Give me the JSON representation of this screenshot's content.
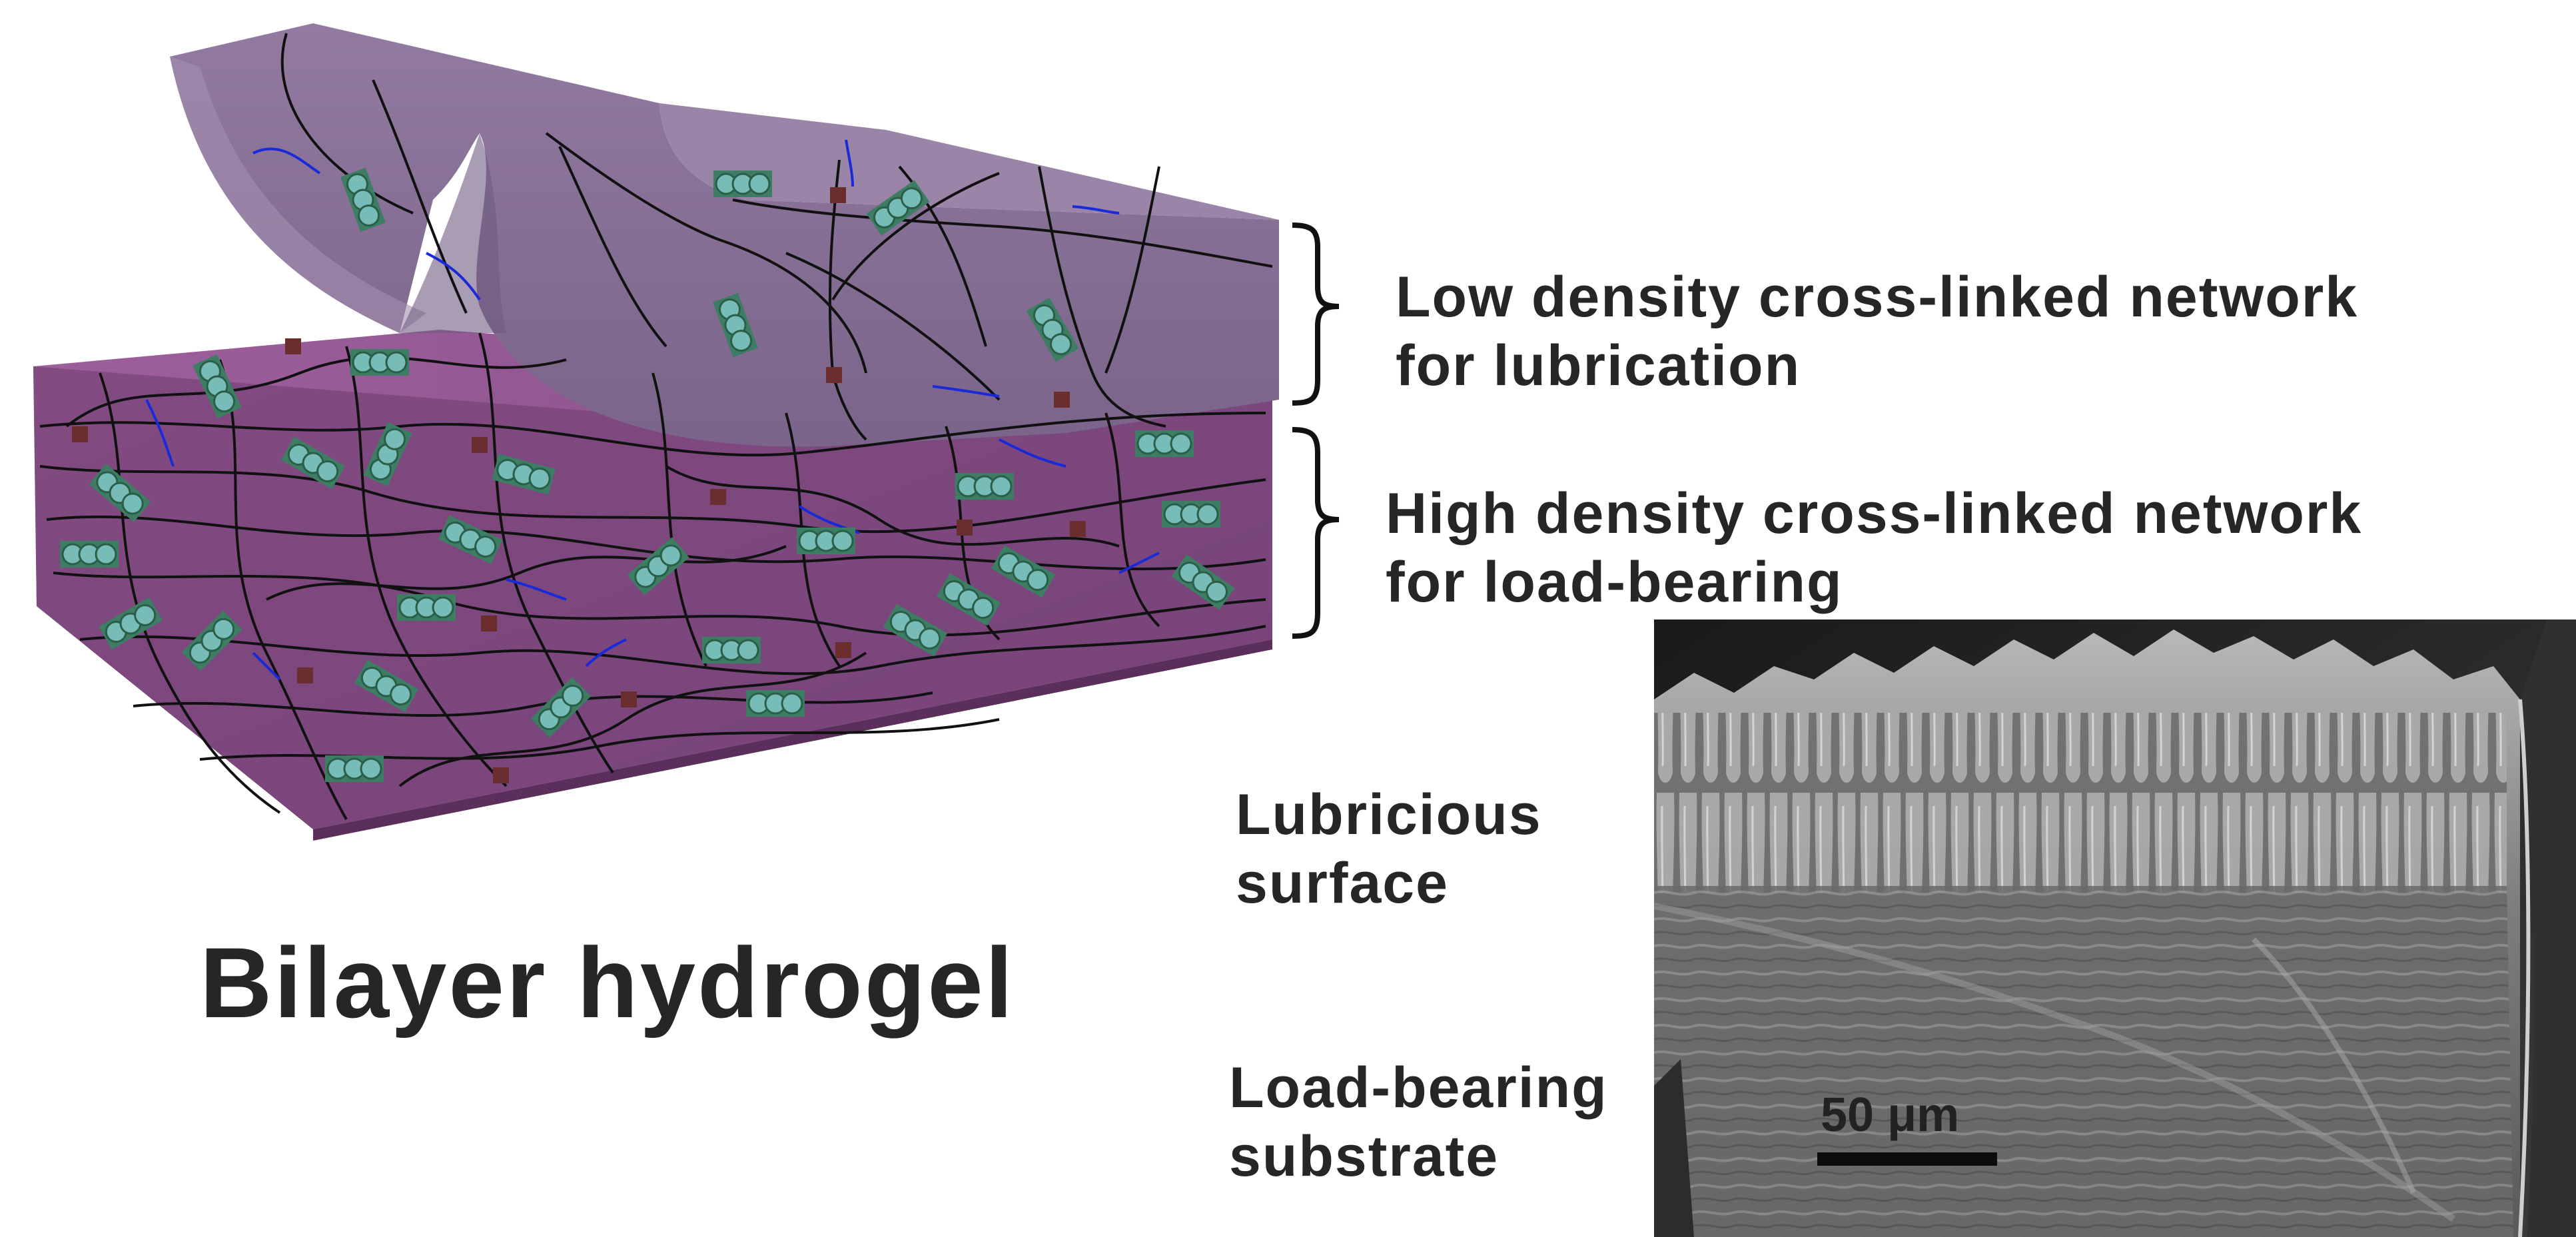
{
  "labels": {
    "top_layer": [
      "Low density cross-linked network",
      "for lubrication"
    ],
    "bottom_layer": [
      "High density cross-linked network",
      "for load-bearing"
    ],
    "title": "Bilayer hydrogel",
    "lubricious": [
      "Lubricious",
      "surface"
    ],
    "load_bearing": [
      "Load-bearing",
      "substrate"
    ],
    "scale_bar": "50 μm"
  },
  "colors": {
    "top_layer_face": "#8a7196",
    "top_layer_side": "#76628a",
    "bottom_layer_face": "#7a4a7a",
    "bottom_layer_side": "#6b3c6c",
    "network_line": "#111111",
    "network_blue": "#1a2ad8",
    "crosslink": "#6a2e2e",
    "bead_fill": "#6fb3b0",
    "bead_frame": "#2d6b4f",
    "sem_background": "#2b2b2b"
  },
  "icons": [
    "bracket-top",
    "bracket-bottom",
    "crosslink-node",
    "bead-cluster"
  ]
}
